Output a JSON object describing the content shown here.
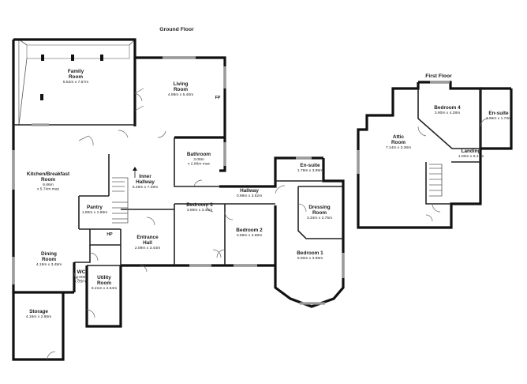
{
  "floors": {
    "ground": {
      "title": "Ground Floor",
      "rooms": [
        {
          "key": "family_room",
          "name": [
            "Family",
            "Room"
          ],
          "dims": [
            "5.52m x 7.57m"
          ]
        },
        {
          "key": "living_room",
          "name": [
            "Living",
            "Room"
          ],
          "dims": [
            "4.99m x 5.40m"
          ]
        },
        {
          "key": "kitchen",
          "name": [
            "Kitchen/Breakfast",
            "Room"
          ],
          "dims": [
            "6.66m",
            "x 5.74m max"
          ]
        },
        {
          "key": "inner_hallway",
          "name": [
            "Inner",
            "Hallway"
          ],
          "dims": [
            "6.49m x 7.39m"
          ]
        },
        {
          "key": "bathroom",
          "name": [
            "Bathroom"
          ],
          "dims": [
            "3.08m",
            "x 2.86m max"
          ]
        },
        {
          "key": "pantry",
          "name": [
            "Pantry"
          ],
          "dims": [
            "1.80m x 1.68m"
          ]
        },
        {
          "key": "hallway",
          "name": [
            "Hallway"
          ],
          "dims": [
            "0.99m x 3.52m"
          ]
        },
        {
          "key": "en_suite_g",
          "name": [
            "En-suite"
          ],
          "dims": [
            "1.79m x 3.99m"
          ]
        },
        {
          "key": "dressing_room",
          "name": [
            "Dressing",
            "Room"
          ],
          "dims": [
            "3.34m x 2.75m"
          ]
        },
        {
          "key": "bedroom3",
          "name": [
            "Bedroom 3"
          ],
          "dims": [
            "3.69m x 3.46m"
          ]
        },
        {
          "key": "bedroom2",
          "name": [
            "Bedroom 2"
          ],
          "dims": [
            "3.69m x 3.68m"
          ]
        },
        {
          "key": "entrance_hall",
          "name": [
            "Entrance",
            "Hall"
          ],
          "dims": [
            "2.09m x 3.44m"
          ]
        },
        {
          "key": "dining_room",
          "name": [
            "Dining",
            "Room"
          ],
          "dims": [
            "4.19m x 3.45m"
          ]
        },
        {
          "key": "wc",
          "name": [
            "WC"
          ],
          "dims": [
            "3.00m",
            "x 0.97m"
          ]
        },
        {
          "key": "utility_room",
          "name": [
            "Utility",
            "Room"
          ],
          "dims": [
            "6.21m x 2.64m"
          ]
        },
        {
          "key": "bedroom1",
          "name": [
            "Bedroom 1"
          ],
          "dims": [
            "5.90m x 3.99m"
          ]
        },
        {
          "key": "storage",
          "name": [
            "Storage"
          ],
          "dims": [
            "4.16m x 2.86m"
          ]
        }
      ],
      "fixtures": {
        "fp": "FP",
        "hp": "HP"
      }
    },
    "first": {
      "title": "First Floor",
      "rooms": [
        {
          "key": "bedroom4",
          "name": [
            "Bedroom 4"
          ],
          "dims": [
            "3.90m x 4.28m"
          ]
        },
        {
          "key": "en_suite_f",
          "name": [
            "En-suite"
          ],
          "dims": [
            "2.99m x 1.73m"
          ]
        },
        {
          "key": "landing",
          "name": [
            "Landing"
          ],
          "dims": [
            "1.00m x 6.47m"
          ]
        },
        {
          "key": "attic_room",
          "name": [
            "Attic",
            "Room"
          ],
          "dims": [
            "7.14m x 3.36m"
          ]
        }
      ]
    }
  }
}
